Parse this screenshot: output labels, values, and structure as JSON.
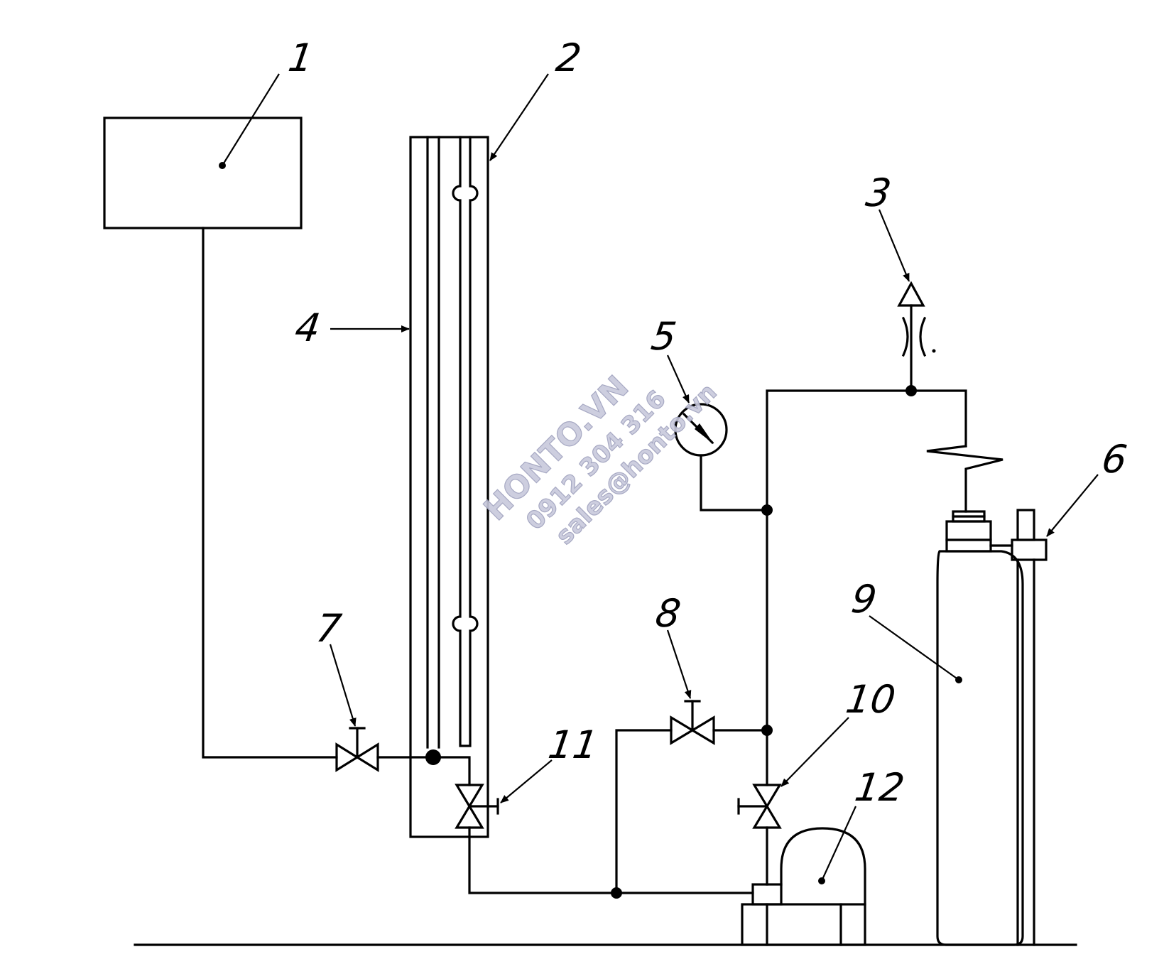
{
  "labels": {
    "l1": "1",
    "l2": "2",
    "l3": "3",
    "l4": "4",
    "l5": "5",
    "l6": "6",
    "l7": "7",
    "l8": "8",
    "l9": "9",
    "l10": "10",
    "l11": "11",
    "l12": "12"
  },
  "watermark": {
    "brand": "HONTO.VN",
    "phone": "0912 304 316",
    "email": "sales@honto.vn"
  },
  "colors": {
    "line": "#000000",
    "watermark_fill": "#c8c9dc"
  }
}
